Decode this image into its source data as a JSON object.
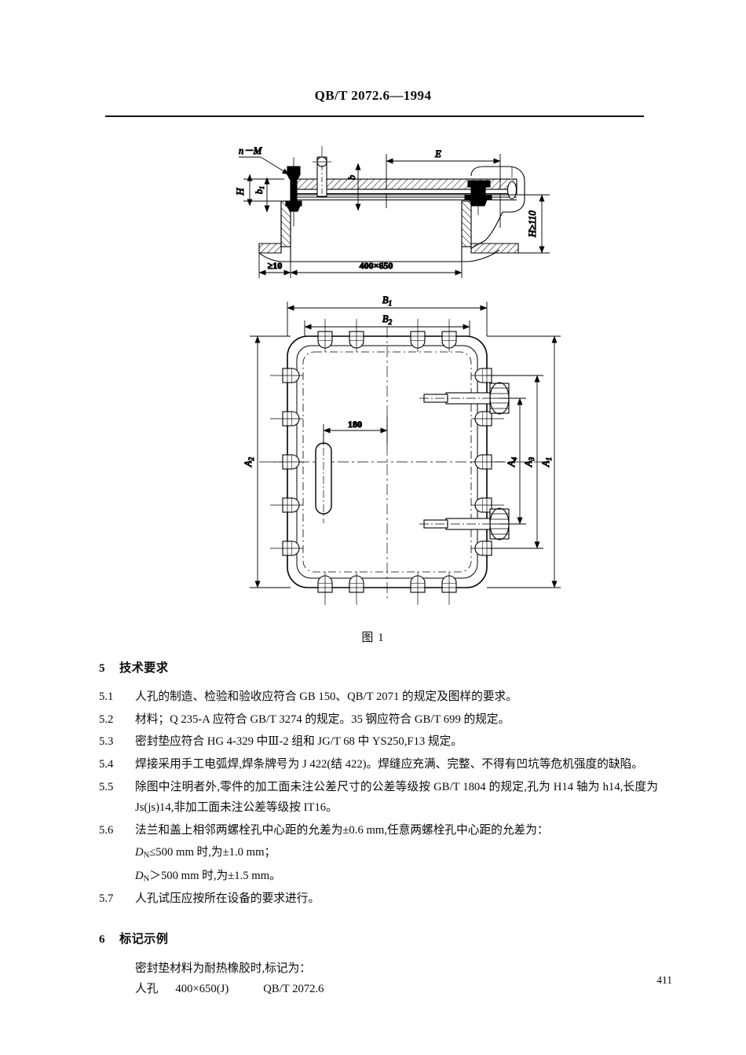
{
  "header": {
    "standard_number": "QB/T 2072.6—1994"
  },
  "figure": {
    "caption": "图 1",
    "section_view": {
      "labels": {
        "bolt_spec": "n－M",
        "dim_E": "E",
        "dim_b": "b",
        "dim_b1": "b1",
        "dim_H_left": "H",
        "dim_H_right": "H≥110",
        "dim_min_edge": "≥10",
        "dim_opening": "400×650"
      }
    },
    "plan_view": {
      "labels": {
        "dim_B1": "B1",
        "dim_B2": "B2",
        "dim_A1": "A1",
        "dim_A2": "A2",
        "dim_A3": "A3",
        "dim_A4": "A4",
        "dim_180": "180"
      },
      "bolt_count_top": 4,
      "bolt_count_bottom": 4,
      "bolt_count_left": 5,
      "bolt_count_right": 5
    }
  },
  "sections": [
    {
      "number": "5",
      "title": "技术要求",
      "clauses": [
        {
          "num": "5.1",
          "text": "人孔的制造、检验和验收应符合 GB 150、QB/T 2071 的规定及图样的要求。"
        },
        {
          "num": "5.2",
          "text": "材料；Q 235-A 应符合 GB/T 3274 的规定。35 钢应符合 GB/T 699 的规定。"
        },
        {
          "num": "5.3",
          "text": "密封垫应符合 HG 4-329 中Ⅲ-2 组和 JG/T 68 中 YS250,F13 规定。"
        },
        {
          "num": "5.4",
          "text": "焊接采用手工电弧焊,焊条牌号为 J 422(结 422)。焊缝应充满、完整、不得有凹坑等危机强度的缺陷。"
        },
        {
          "num": "5.5",
          "text": "除图中注明者外,零件的加工面未注公差尺寸的公差等级按 GB/T 1804 的规定,孔为 H14 轴为 h14,长度为 Js(js)14,非加工面未注公差等级按 IT16。"
        },
        {
          "num": "5.6",
          "text": "法兰和盖上相邻两螺栓孔中心距的允差为±0.6 mm,任意两螺栓孔中心距的允差为："
        }
      ],
      "sub_items": [
        {
          "symbol": "D",
          "subscript": "N",
          "text": "≤500 mm 时,为±1.0 mm；"
        },
        {
          "symbol": "D",
          "subscript": "N",
          "text": "＞500 mm 时,为±1.5 mm。"
        }
      ],
      "last_clause": {
        "num": "5.7",
        "text": "人孔试压应按所在设备的要求进行。"
      }
    },
    {
      "number": "6",
      "title": "标记示例",
      "example_intro": "密封垫材料为耐热橡胶时,标记为：",
      "example_mark": {
        "name": "人孔",
        "size": "400×650(J)",
        "standard": "QB/T 2072.6"
      }
    }
  ],
  "footer": {
    "page_number": "411"
  }
}
